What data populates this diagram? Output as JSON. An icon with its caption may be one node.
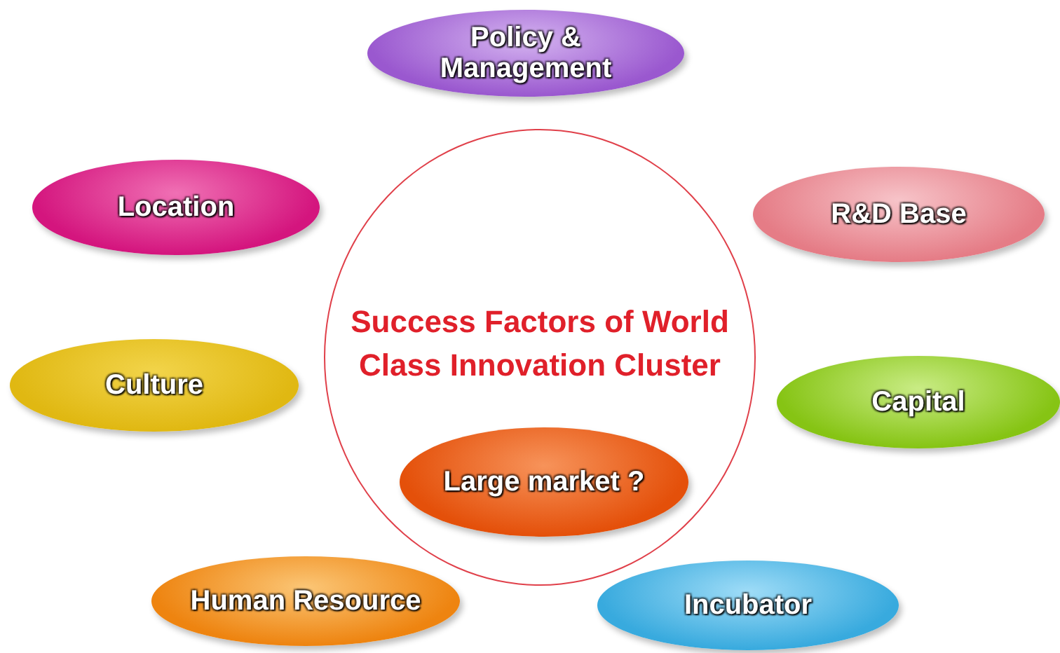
{
  "diagram": {
    "nodes": [
      {
        "text": [
          "Policy & Management"
        ]
      },
      {
        "text": [
          "Location"
        ]
      },
      {
        "text": [
          "R&D Base"
        ]
      },
      {
        "text": [
          "Success Factors of World Class Innovation Cluster"
        ]
      },
      {
        "text": [
          "Culture"
        ]
      },
      {
        "text": [
          "Capital"
        ]
      },
      {
        "text": [
          "Large market ?"
        ],
        "in": 3
      },
      {
        "text": [
          "Human Resource"
        ]
      },
      {
        "text": [
          "Incubator"
        ]
      }
    ]
  }
}
